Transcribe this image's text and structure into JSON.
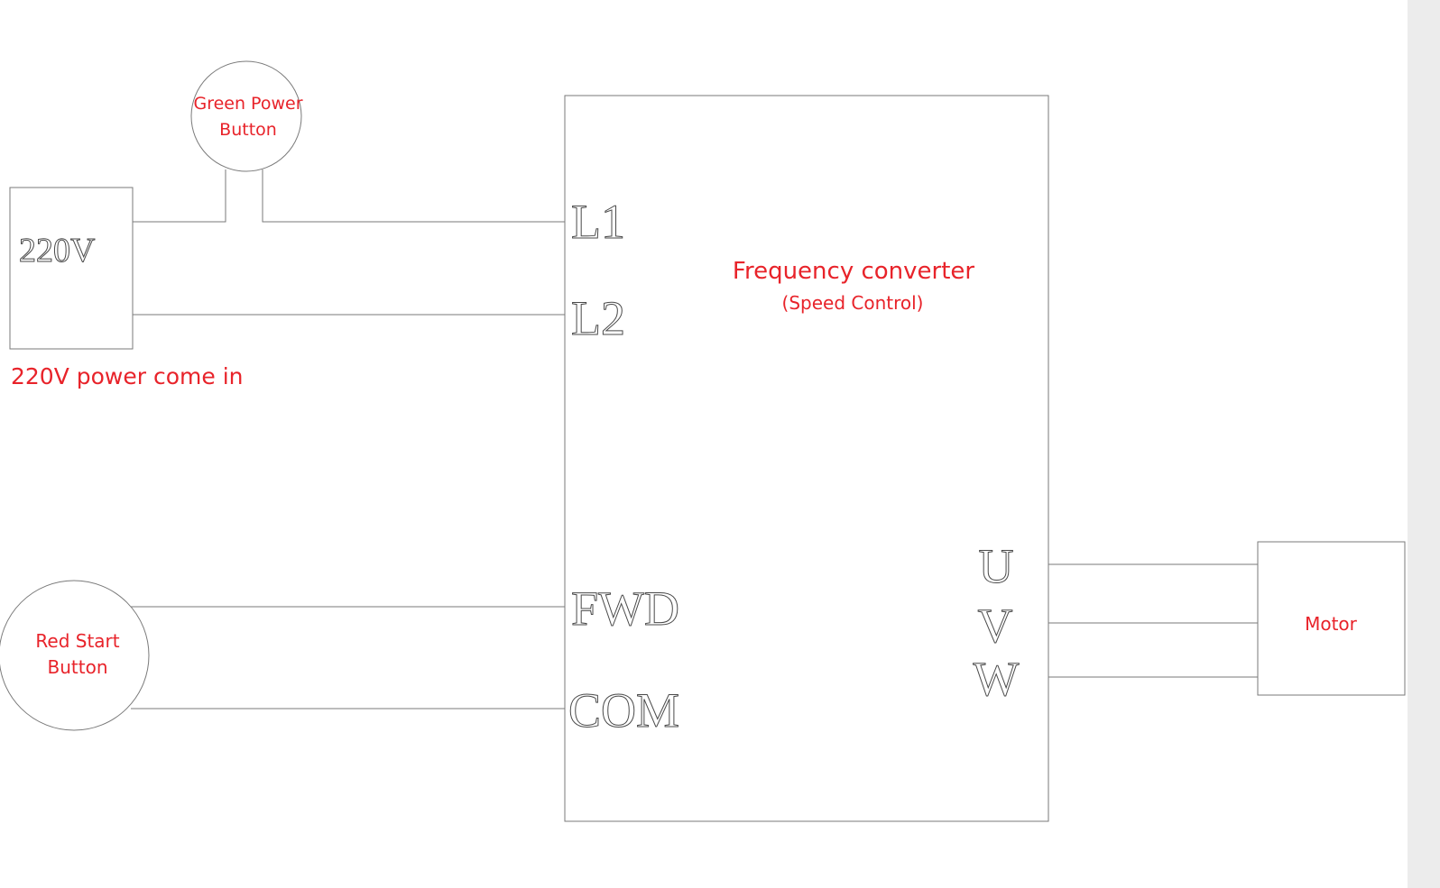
{
  "power_source": {
    "label": "220V",
    "caption": "220V power come in"
  },
  "green_button": {
    "line1": "Green Power",
    "line2": "Button"
  },
  "red_button": {
    "line1": "Red Start",
    "line2": "Button"
  },
  "converter": {
    "title": "Frequency converter",
    "subtitle": "(Speed Control)",
    "terminals": {
      "l1": "L1",
      "l2": "L2",
      "fwd": "FWD",
      "com": "COM",
      "u": "U",
      "v": "V",
      "w": "W"
    }
  },
  "motor": {
    "label": "Motor"
  },
  "colors": {
    "annotation": "#e8232a",
    "wire": "#7a7a7a"
  }
}
